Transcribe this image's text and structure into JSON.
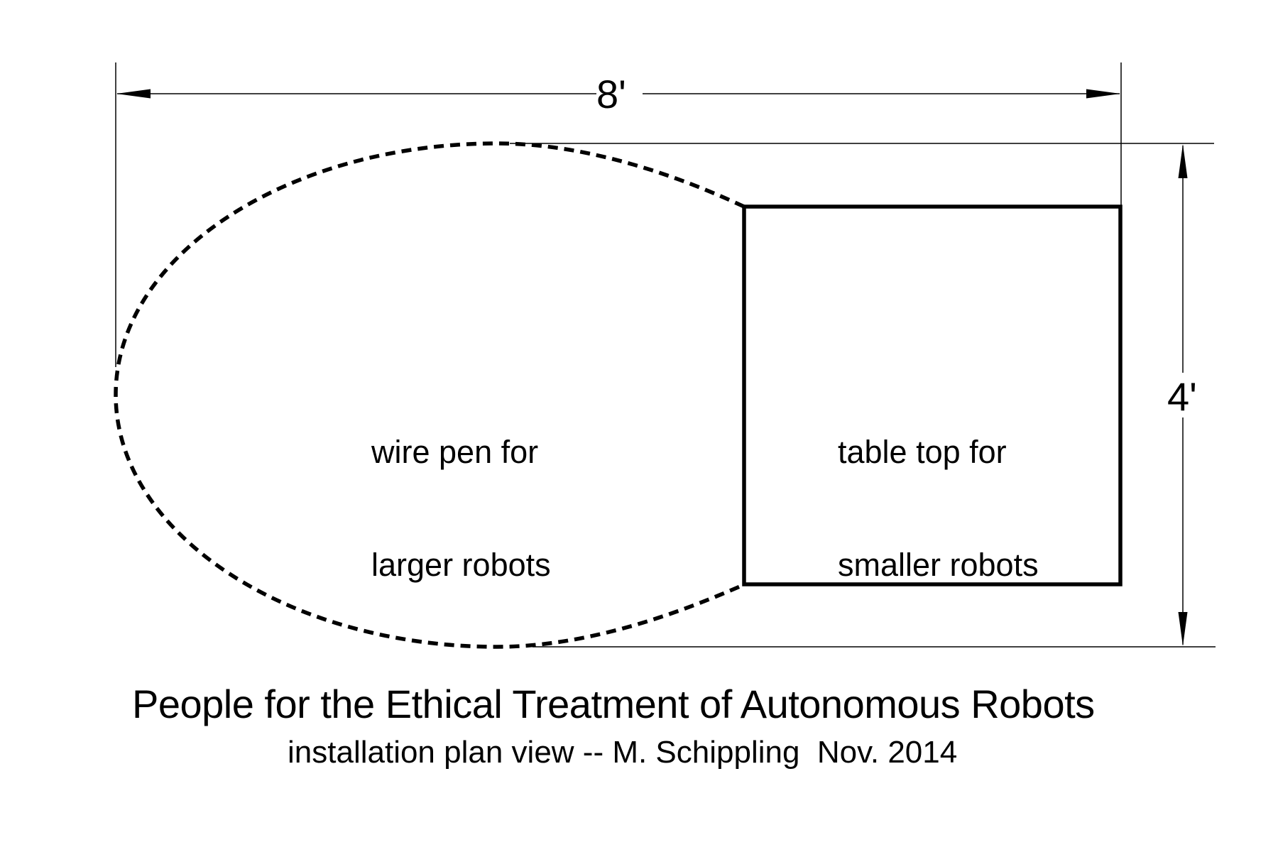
{
  "diagram": {
    "title": "People for the Ethical Treatment of Autonomous Robots",
    "subtitle": "installation plan view -- M. Schippling  Nov. 2014",
    "dimensions": {
      "width_label": "8'",
      "height_label": "4'"
    },
    "shapes": {
      "wire_pen": {
        "label_line1": "wire pen for",
        "label_line2": "larger robots",
        "outline_style": "dashed-oval"
      },
      "table_top": {
        "label_line1": "table top for",
        "label_line2": "smaller robots",
        "outline_style": "solid-square"
      }
    },
    "colors": {
      "ink": "#000000",
      "background": "#ffffff"
    }
  }
}
